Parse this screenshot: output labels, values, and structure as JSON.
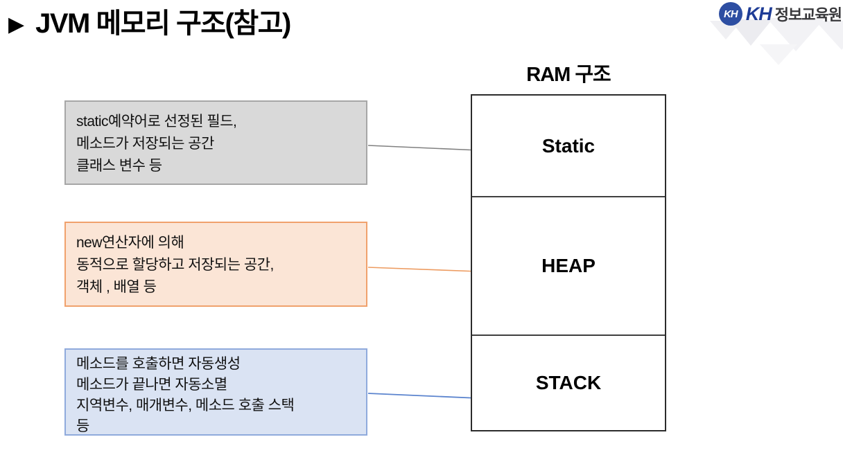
{
  "header": {
    "bullet": "▶",
    "title": "JVM 메모리 구조(참고)"
  },
  "logo": {
    "badge": "KH",
    "brand": "KH",
    "brand_suffix": "정보교육원",
    "badge_color": "#2d4ea2",
    "brand_color": "#1e3c96"
  },
  "ram": {
    "title": "RAM 구조",
    "sections": [
      {
        "label": "Static"
      },
      {
        "label": "HEAP"
      },
      {
        "label": "STACK"
      }
    ]
  },
  "callouts": [
    {
      "target": "Static",
      "text": "static예약어로 선정된 필드,\n메소드가 저장되는 공간\n클래스 변수 등",
      "fill": "#d9d9d9",
      "border": "#a6a6a6",
      "connector_color": "#808080"
    },
    {
      "target": "HEAP",
      "text": "new연산자에 의해\n동적으로 할당하고 저장되는 공간,\n객체 , 배열 등",
      "fill": "#fbe5d6",
      "border": "#f0a16c",
      "connector_color": "#ed9b60"
    },
    {
      "target": "STACK",
      "text": "메소드를 호출하면 자동생성\n메소드가 끝나면  자동소멸\n지역변수, 매개변수, 메소드 호출 스택\n등",
      "fill": "#dae3f3",
      "border": "#8faadc",
      "connector_color": "#5b84ce"
    }
  ]
}
